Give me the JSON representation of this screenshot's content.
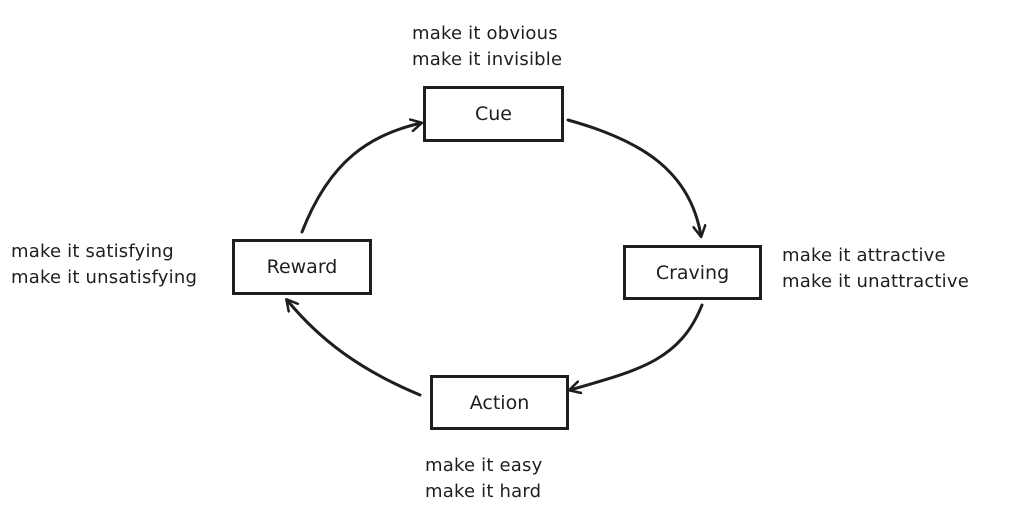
{
  "nodes": {
    "cue": {
      "label": "Cue",
      "notes": [
        "make it obvious",
        "make it invisible"
      ]
    },
    "craving": {
      "label": "Craving",
      "notes": [
        "make it attractive",
        "make it unattractive"
      ]
    },
    "action": {
      "label": "Action",
      "notes": [
        "make it easy",
        "make it hard"
      ]
    },
    "reward": {
      "label": "Reward",
      "notes": [
        "make it satisfying",
        "make it unsatisfying"
      ]
    }
  },
  "edges": [
    {
      "from": "Cue",
      "to": "Craving"
    },
    {
      "from": "Craving",
      "to": "Action"
    },
    {
      "from": "Action",
      "to": "Reward"
    },
    {
      "from": "Reward",
      "to": "Cue"
    }
  ],
  "colors": {
    "stroke": "#1e1e1e",
    "background": "#ffffff"
  }
}
